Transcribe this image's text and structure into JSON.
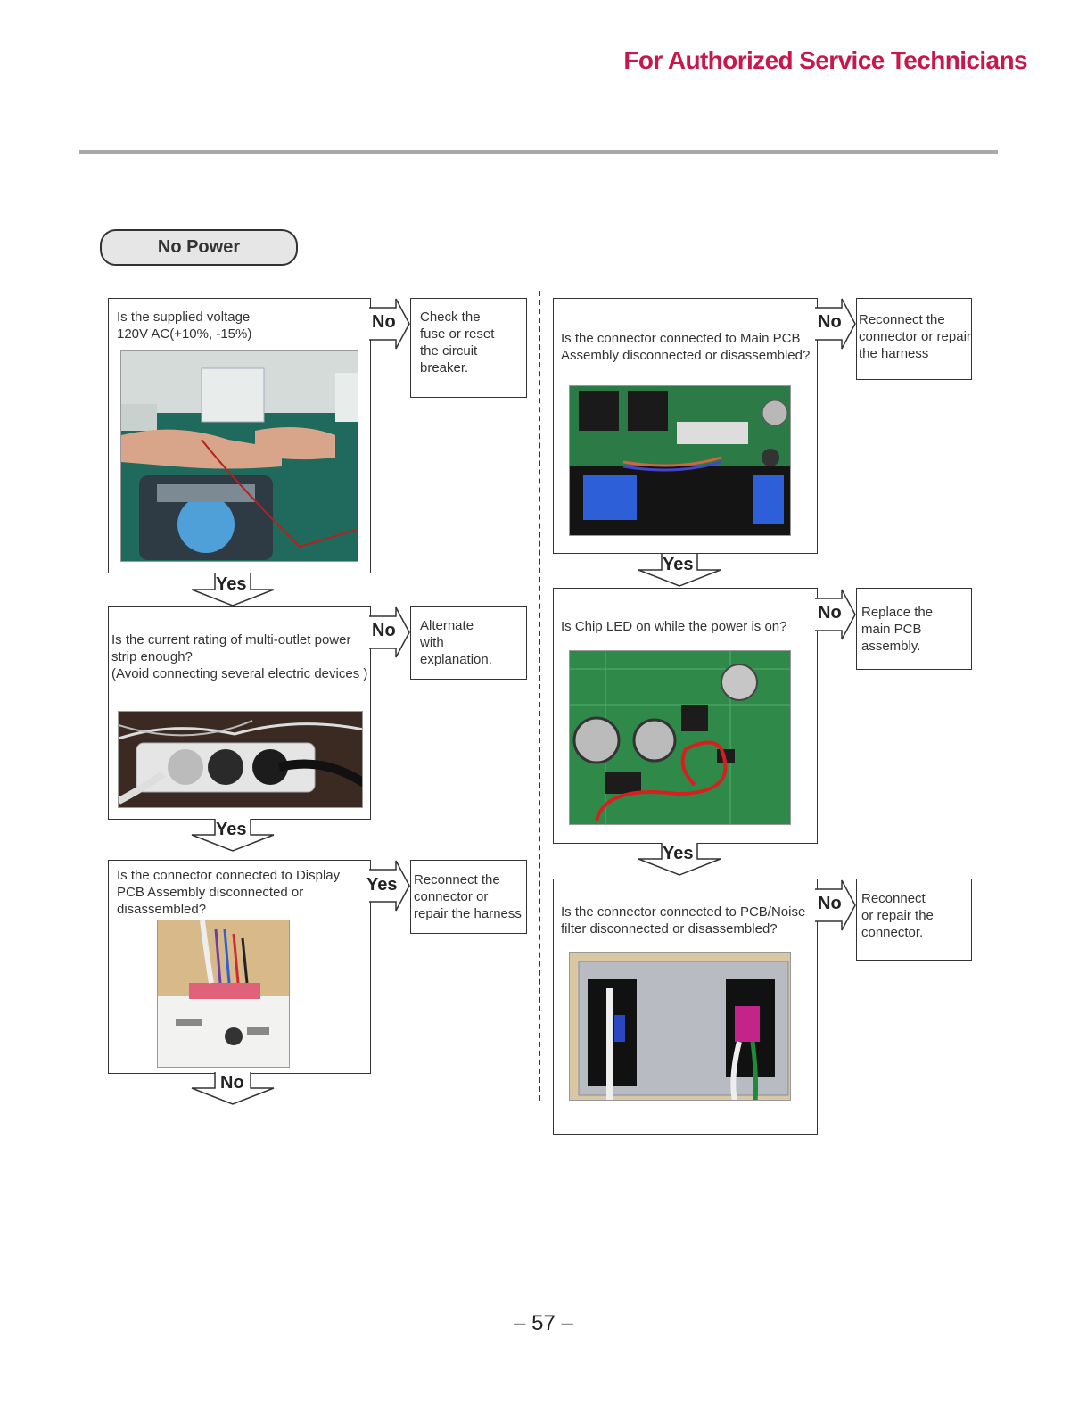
{
  "header": {
    "title": "For Authorized Service Technicians"
  },
  "section": {
    "title": "No Power"
  },
  "labels": {
    "no": "No",
    "yes": "Yes"
  },
  "left": {
    "q1": {
      "lines": [
        "Is the supplied voltage",
        "120V AC(+10%, -15%)"
      ]
    },
    "a1": {
      "lines": [
        "Check the",
        "fuse or reset",
        "the circuit",
        "breaker."
      ]
    },
    "q2": {
      "lines": [
        "Is the current rating of multi-outlet power",
        "strip enough?",
        "(Avoid connecting several electric devices )"
      ]
    },
    "a2": {
      "lines": [
        "Alternate",
        "with",
        "explanation."
      ]
    },
    "q3": {
      "lines": [
        "Is the connector connected to Display",
        "PCB Assembly disconnected or",
        "disassembled?"
      ]
    },
    "a3": {
      "lines": [
        "Reconnect the",
        "connector or",
        "repair the harness"
      ]
    }
  },
  "right": {
    "q1": {
      "lines": [
        "Is the connector connected to Main PCB",
        "Assembly disconnected or disassembled?"
      ]
    },
    "a1": {
      "lines": [
        "Reconnect the",
        "connector or repair",
        "the harness"
      ]
    },
    "q2": {
      "lines": [
        "Is Chip LED on while the power is on?"
      ]
    },
    "a2": {
      "lines": [
        "Replace the",
        "main PCB",
        "assembly."
      ]
    },
    "q3": {
      "lines": [
        "Is the connector connected to PCB/Noise",
        "filter disconnected or disassembled?"
      ]
    },
    "a3": {
      "lines": [
        "Reconnect",
        "or repair the",
        "connector."
      ]
    }
  },
  "footer": {
    "page_number": "– 57 –"
  }
}
